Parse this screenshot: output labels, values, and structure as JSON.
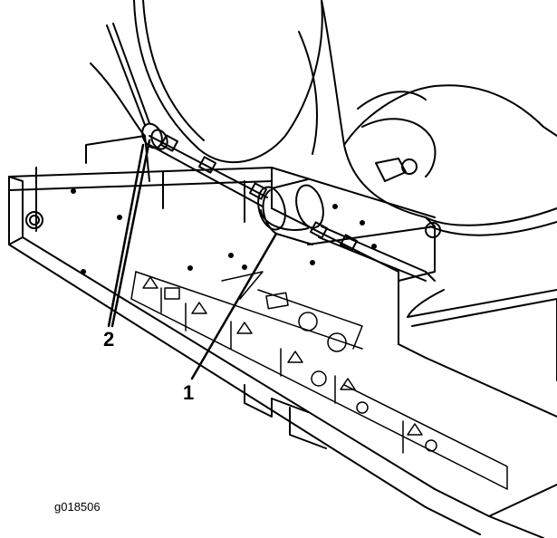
{
  "figure": {
    "callouts": [
      {
        "id": "callout-1",
        "label": "1",
        "part": "fuel-filter"
      },
      {
        "id": "callout-2",
        "label": "2",
        "part": "hose-clamp"
      }
    ],
    "figure_id": "g018506"
  }
}
